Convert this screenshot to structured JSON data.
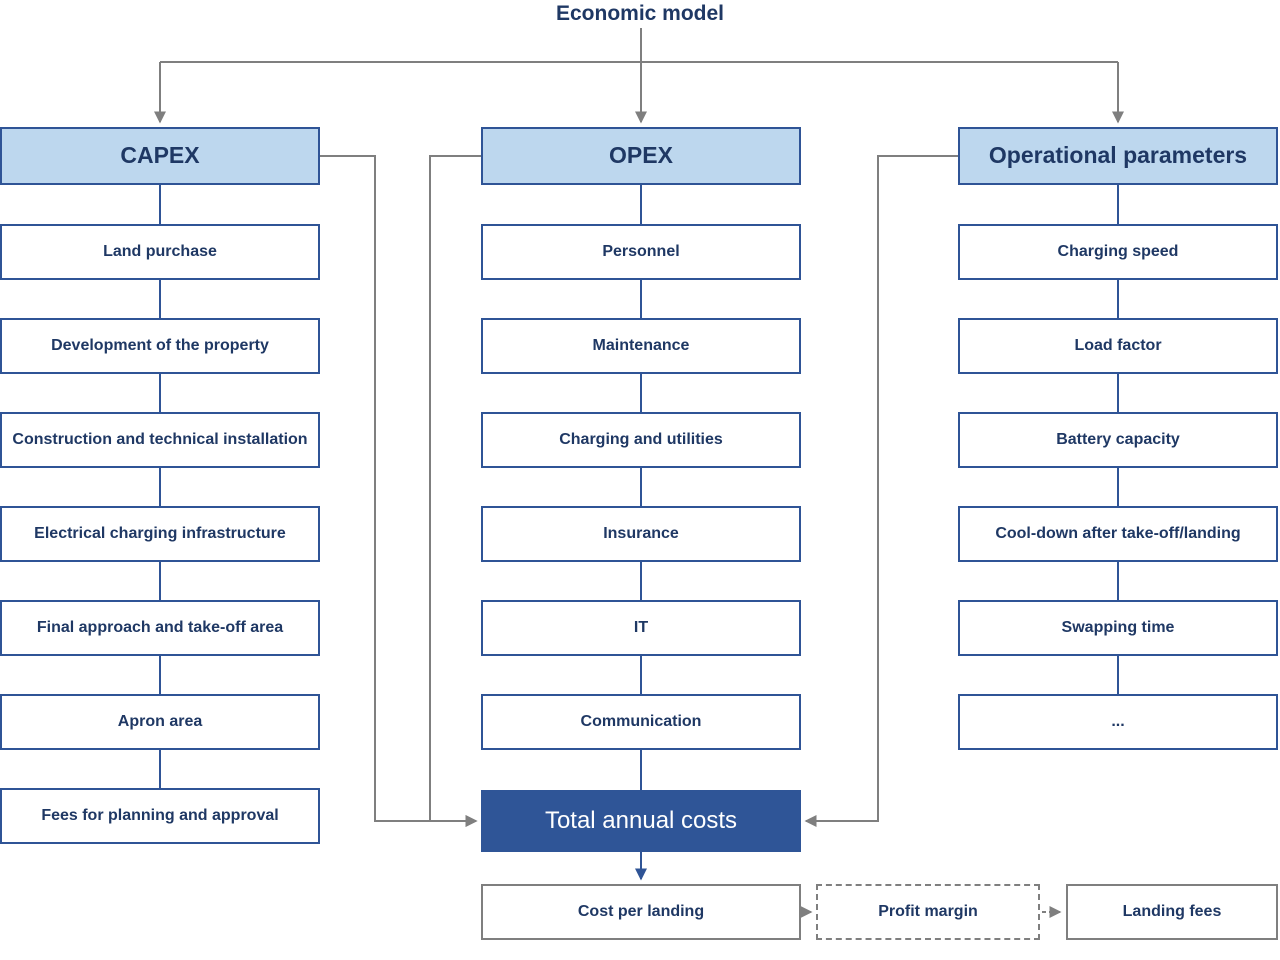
{
  "title": "Economic model",
  "columns": [
    {
      "header": "CAPEX",
      "items": [
        "Land purchase",
        "Development of the property",
        "Construction and technical installation",
        "Electrical charging infrastructure",
        "Final approach and take-off area",
        "Apron area",
        "Fees for planning and approval"
      ]
    },
    {
      "header": "OPEX",
      "items": [
        "Personnel",
        "Maintenance",
        "Charging and utilities",
        "Insurance",
        "IT",
        "Communication"
      ]
    },
    {
      "header": "Operational parameters",
      "items": [
        "Charging speed",
        "Load factor",
        "Battery capacity",
        "Cool-down after take-off/landing",
        "Swapping time",
        "..."
      ]
    }
  ],
  "total": {
    "label": "Total annual costs"
  },
  "bottom": {
    "cost": "Cost per landing",
    "profit": "Profit margin",
    "fees": "Landing fees"
  },
  "colors": {
    "navy_text": "#1F3864",
    "box_border_blue": "#2F5496",
    "header_fill": "#BDD7EE",
    "total_fill": "#2F5597",
    "connector_gray": "#7F7F7F"
  }
}
